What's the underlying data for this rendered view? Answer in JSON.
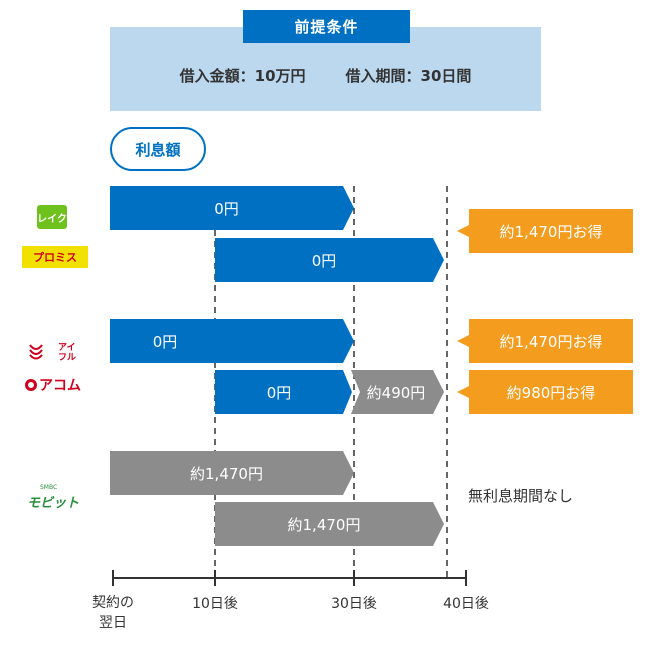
{
  "premise": {
    "title": "前提条件",
    "loan_amount": "借入金額：10万円",
    "loan_period": "借入期間：30日間"
  },
  "interest_label": "利息額",
  "lenders": {
    "lake": "レイク",
    "promise": "プロミス",
    "aiful": "アイフル",
    "acom": "アコム",
    "mobit_small": "SMBC",
    "mobit": "モビット"
  },
  "bars": {
    "lake_zero": "0円",
    "promise_zero": "0円",
    "aiful_zero": "0円",
    "acom_zero": "0円",
    "acom_extra": "約490円",
    "mobit_a": "約1,470円",
    "mobit_b": "約1,470円"
  },
  "savings": {
    "lake_promise": "約1,470円お得",
    "aiful": "約1,470円お得",
    "acom": "約980円お得"
  },
  "mobit_note": "無利息期間なし",
  "timeline": {
    "start": "契約の\n翌日",
    "day10": "10日後",
    "day30": "30日後",
    "day40": "40日後"
  },
  "colors": {
    "blue": "#0071c2",
    "gray": "#8c8c8c",
    "orange": "#f39c1e",
    "premise_bg": "#bcd8ef"
  }
}
